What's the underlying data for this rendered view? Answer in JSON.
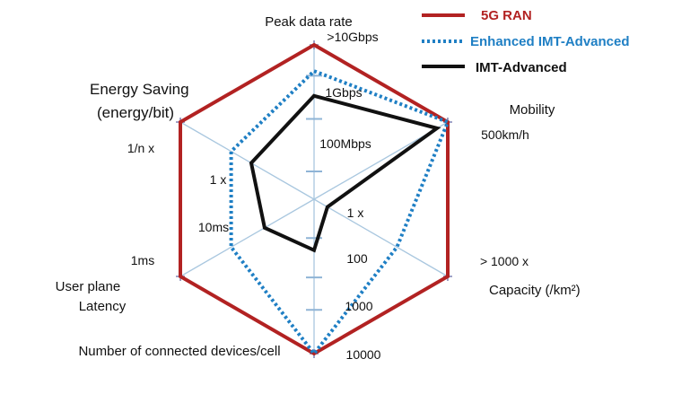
{
  "chart_data": {
    "type": "radar",
    "axes": [
      {
        "name": "Peak data rate",
        "ticks": [
          ">10Gbps",
          "1Gbps",
          "100Mbps"
        ]
      },
      {
        "name": "Mobility",
        "ticks": [
          "500km/h"
        ]
      },
      {
        "name": "Capacity (/km²)",
        "ticks": [
          "> 1000 x",
          "100",
          "1 x"
        ]
      },
      {
        "name": "Number of connected devices/cell",
        "ticks": [
          "10000",
          "1000",
          "100"
        ]
      },
      {
        "name": "User plane Latency",
        "ticks": [
          "1ms",
          "10ms"
        ]
      },
      {
        "name": "Energy Saving (energy/bit)",
        "ticks": [
          "1/n x",
          "1 x"
        ]
      }
    ],
    "scale": [
      0,
      1
    ],
    "series": [
      {
        "name": "5G RAN",
        "values": [
          1,
          1,
          1,
          1,
          1,
          1
        ],
        "color": "#b22222",
        "style": "solid"
      },
      {
        "name": "Enhanced IMT-Advanced",
        "values": [
          0.83,
          1,
          0.62,
          1,
          0.62,
          0.62
        ],
        "color": "#1f7fc4",
        "style": "dotted"
      },
      {
        "name": "IMT-Advanced",
        "values": [
          0.67,
          0.92,
          0.1,
          0.33,
          0.37,
          0.47
        ],
        "color": "#111111",
        "style": "solid"
      }
    ]
  }
}
